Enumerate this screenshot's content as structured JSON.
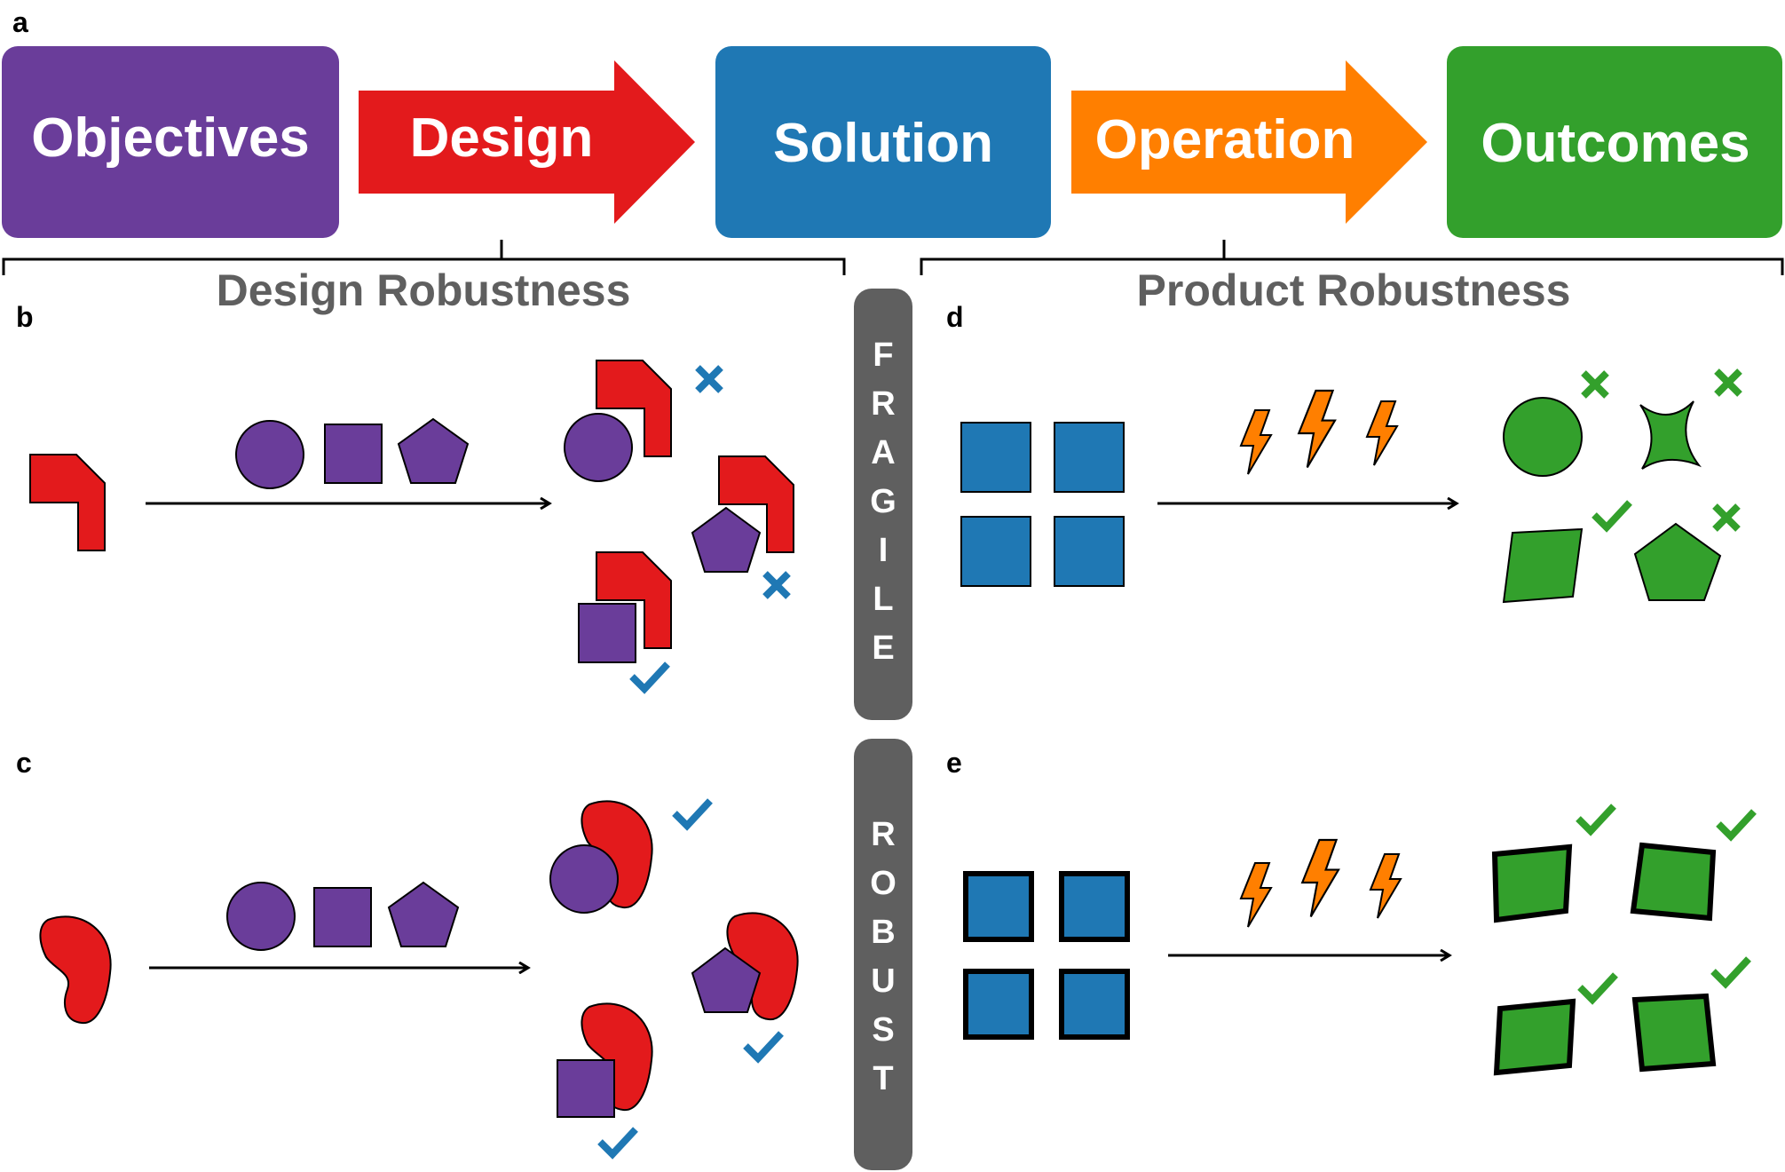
{
  "panel_labels": {
    "a": "a",
    "b": "b",
    "c": "c",
    "d": "d",
    "e": "e"
  },
  "flow": {
    "objectives": "Objectives",
    "design": "Design",
    "solution": "Solution",
    "operation": "Operation",
    "outcomes": "Outcomes"
  },
  "brackets": {
    "design_robustness": "Design Robustness",
    "product_robustness": "Product Robustness"
  },
  "pills": {
    "fragile": [
      "F",
      "R",
      "A",
      "G",
      "I",
      "L",
      "E"
    ],
    "robust": [
      "R",
      "O",
      "B",
      "U",
      "S",
      "T"
    ]
  },
  "colors": {
    "objectives": "#6a3d9a",
    "design": "#e31a1c",
    "solution": "#1f78b4",
    "operation": "#ff7f00",
    "outcomes": "#33a02c",
    "pill": "#5f5f5f",
    "bracket_text": "#5f5f5f"
  },
  "icons": [
    "cross-icon",
    "check-icon",
    "lightning-icon"
  ]
}
